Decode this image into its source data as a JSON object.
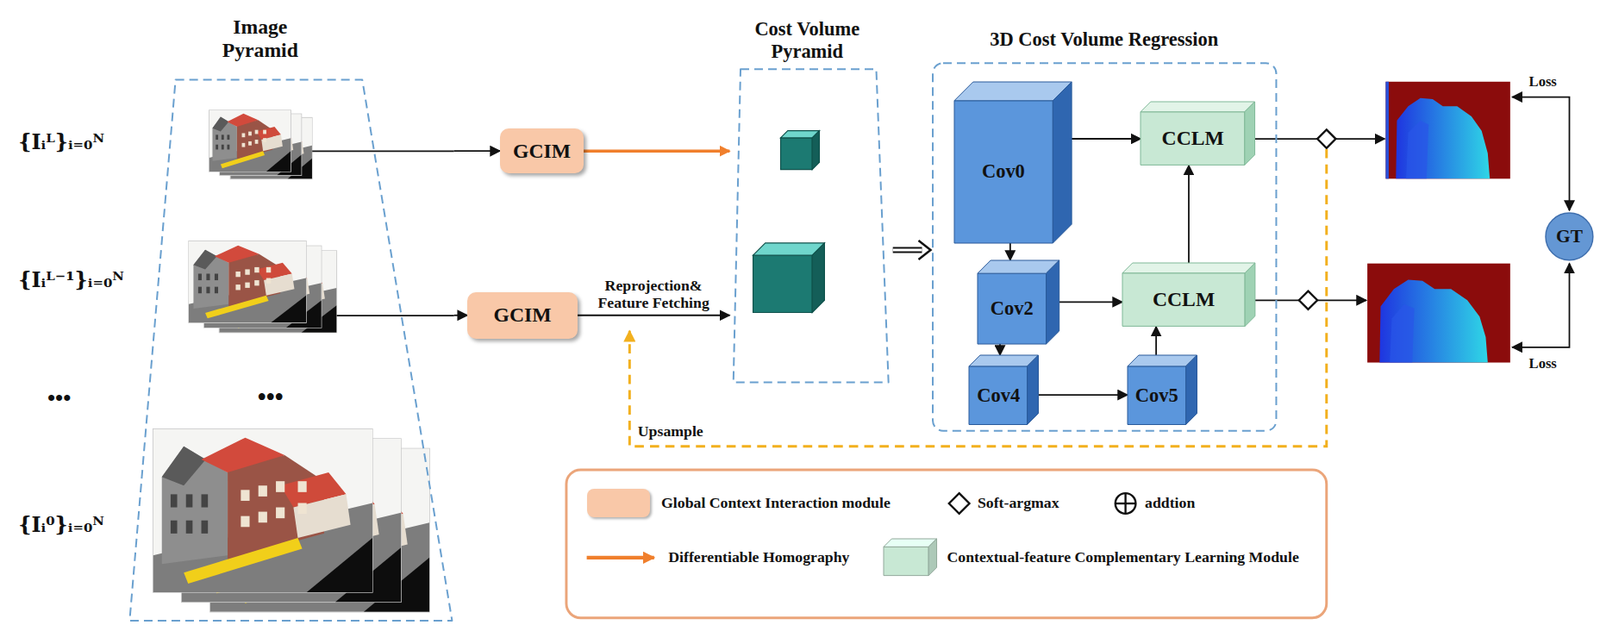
{
  "diagram": {
    "nodes": [
      {
        "text": [
          "Image Pyramid"
        ]
      },
      {
        "text": [
          "GCIM"
        ]
      },
      {
        "text": [
          "GCIM"
        ]
      },
      {
        "text": [
          "Cost Volume Pyramid"
        ]
      },
      {
        "text": [
          "3D Cost Volume Regression"
        ]
      },
      {
        "text": [
          "Cov0"
        ],
        "in": 4
      },
      {
        "text": [
          "CCLM"
        ],
        "in": 4
      },
      {
        "text": [
          "Cov2"
        ],
        "in": 4
      },
      {
        "text": [
          "CCLM"
        ],
        "in": 4
      },
      {
        "text": [
          "Cov4"
        ],
        "in": 4
      },
      {
        "text": [
          "Cov5"
        ],
        "in": 4
      },
      {
        "text": [
          "GT"
        ]
      }
    ],
    "edges": [
      {
        "from": 0,
        "to": 1,
        "arrow": "to"
      },
      {
        "from": 0,
        "to": 2,
        "arrow": "to"
      },
      {
        "from": 1,
        "to": 3,
        "arrow": "to"
      },
      {
        "from": 2,
        "to": 3,
        "label": "Reprojection& Feature Fetching",
        "arrow": "to"
      },
      {
        "from": 3,
        "to": 4,
        "arrow": "to"
      },
      {
        "from": 5,
        "to": 6,
        "arrow": "to"
      },
      {
        "from": 5,
        "to": 7,
        "arrow": "to"
      },
      {
        "from": 7,
        "to": 8,
        "arrow": "to"
      },
      {
        "from": 7,
        "to": 9,
        "arrow": "to"
      },
      {
        "from": 9,
        "to": 10,
        "arrow": "to"
      },
      {
        "from": 10,
        "to": 8,
        "arrow": "to"
      },
      {
        "from": 8,
        "to": 6,
        "arrow": "to"
      }
    ],
    "labels": [
      "{Iᵢᴸ}ᵢ₌₀ᴺ",
      "{Iᵢᴸ⁻¹}ᵢ₌₀ᴺ",
      "•••",
      "{Iᵢ⁰}ᵢ₌₀ᴺ",
      "•••",
      "Upsample",
      "Loss",
      "Loss"
    ],
    "legend": [
      {
        "text": "Global Context Interaction module",
        "color": "#f9c8a8"
      },
      {
        "text": "Soft-argmax"
      },
      {
        "text": "addtion"
      },
      {
        "text": "Differentiable Homography"
      },
      {
        "text": "Contextual-feature Complementary Learning Module",
        "color": "#c8e8d4"
      }
    ]
  }
}
